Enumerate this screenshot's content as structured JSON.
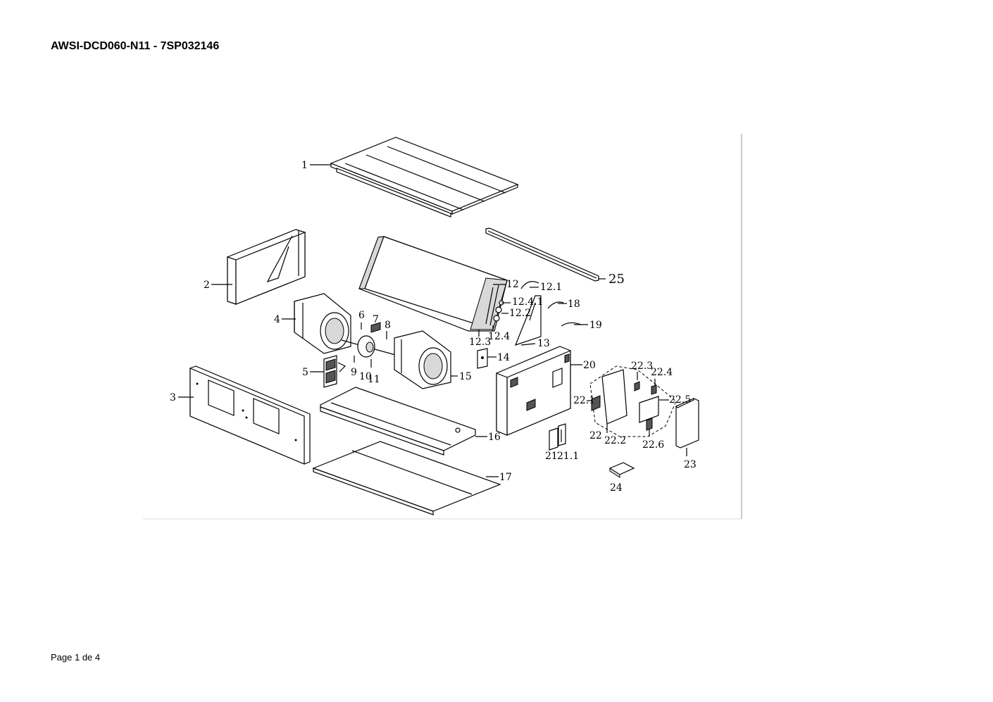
{
  "document": {
    "title": "AWSI-DCD060-N11 - 7SP032146",
    "page": "Page 1 de 4"
  },
  "diagram": {
    "part_labels": [
      "1",
      "2",
      "3",
      "4",
      "5",
      "6",
      "7",
      "8",
      "9",
      "10",
      "11",
      "12",
      "12.1",
      "12.2",
      "12.3",
      "12.4",
      "12.4.1",
      "13",
      "14",
      "15",
      "16",
      "17",
      "18",
      "19",
      "20",
      "21",
      "21.1",
      "22",
      "22.1",
      "22.2",
      "22.3",
      "22.4",
      "22.5",
      "22.6",
      "23",
      "24",
      "25"
    ]
  }
}
